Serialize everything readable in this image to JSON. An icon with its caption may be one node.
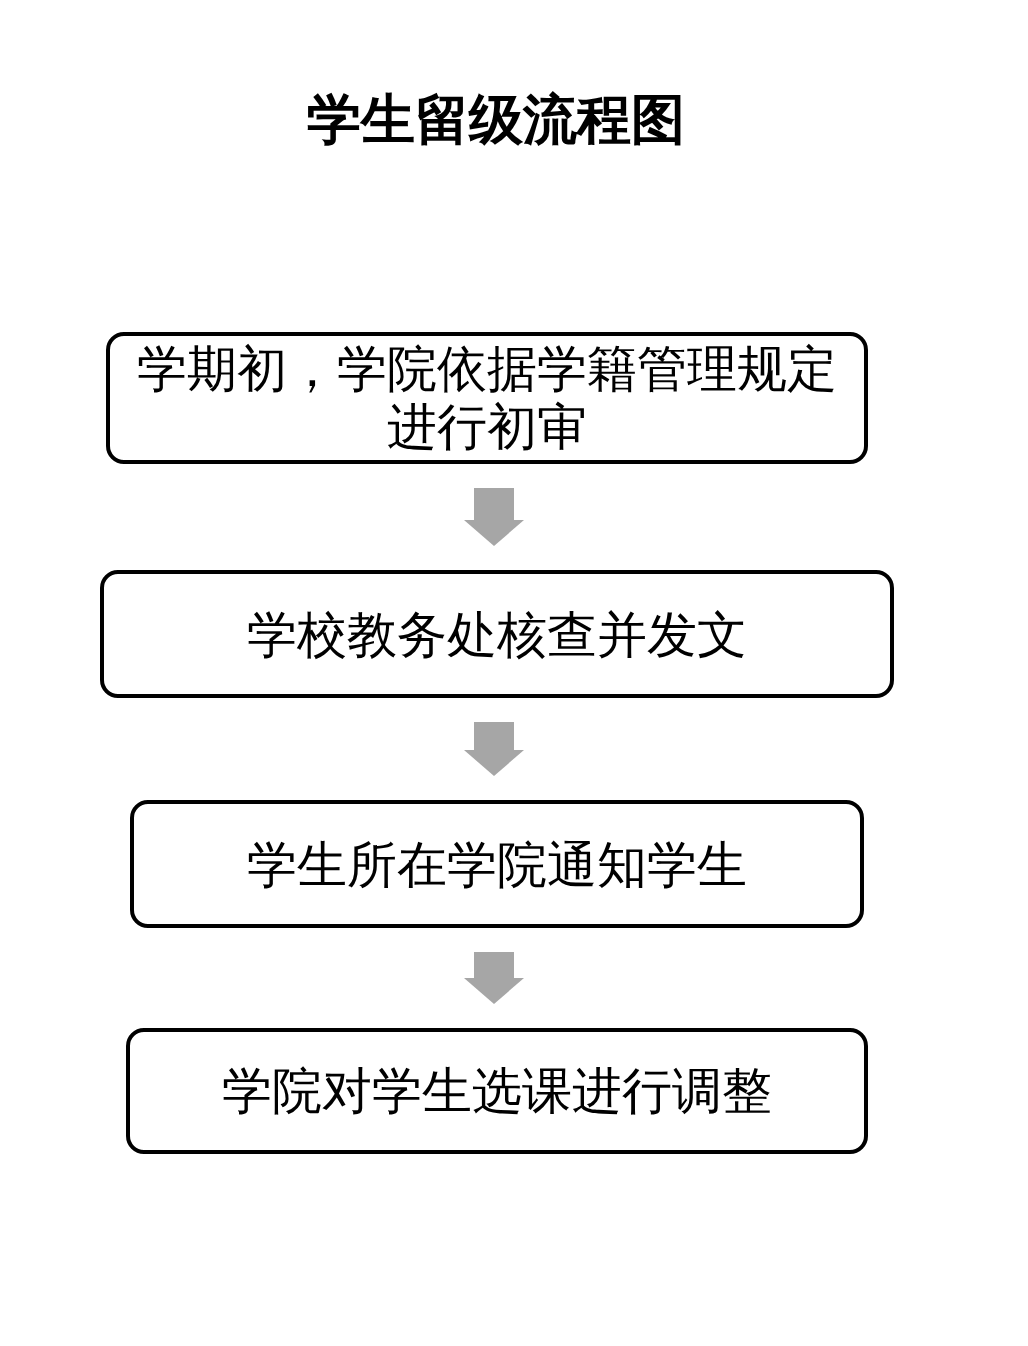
{
  "diagram": {
    "title": "学生留级流程图",
    "nodes": [
      {
        "text": [
          "学期初，学院依据学籍管理规定进行初审"
        ]
      },
      {
        "text": [
          "学校教务处核查并发文"
        ]
      },
      {
        "text": [
          "学生所在学院通知学生"
        ]
      },
      {
        "text": [
          "学院对学生选课进行调整"
        ]
      }
    ],
    "edges": [
      {
        "from": 0,
        "to": 1,
        "arrow": "to"
      },
      {
        "from": 1,
        "to": 2,
        "arrow": "to"
      },
      {
        "from": 2,
        "to": 3,
        "arrow": "to"
      }
    ]
  }
}
